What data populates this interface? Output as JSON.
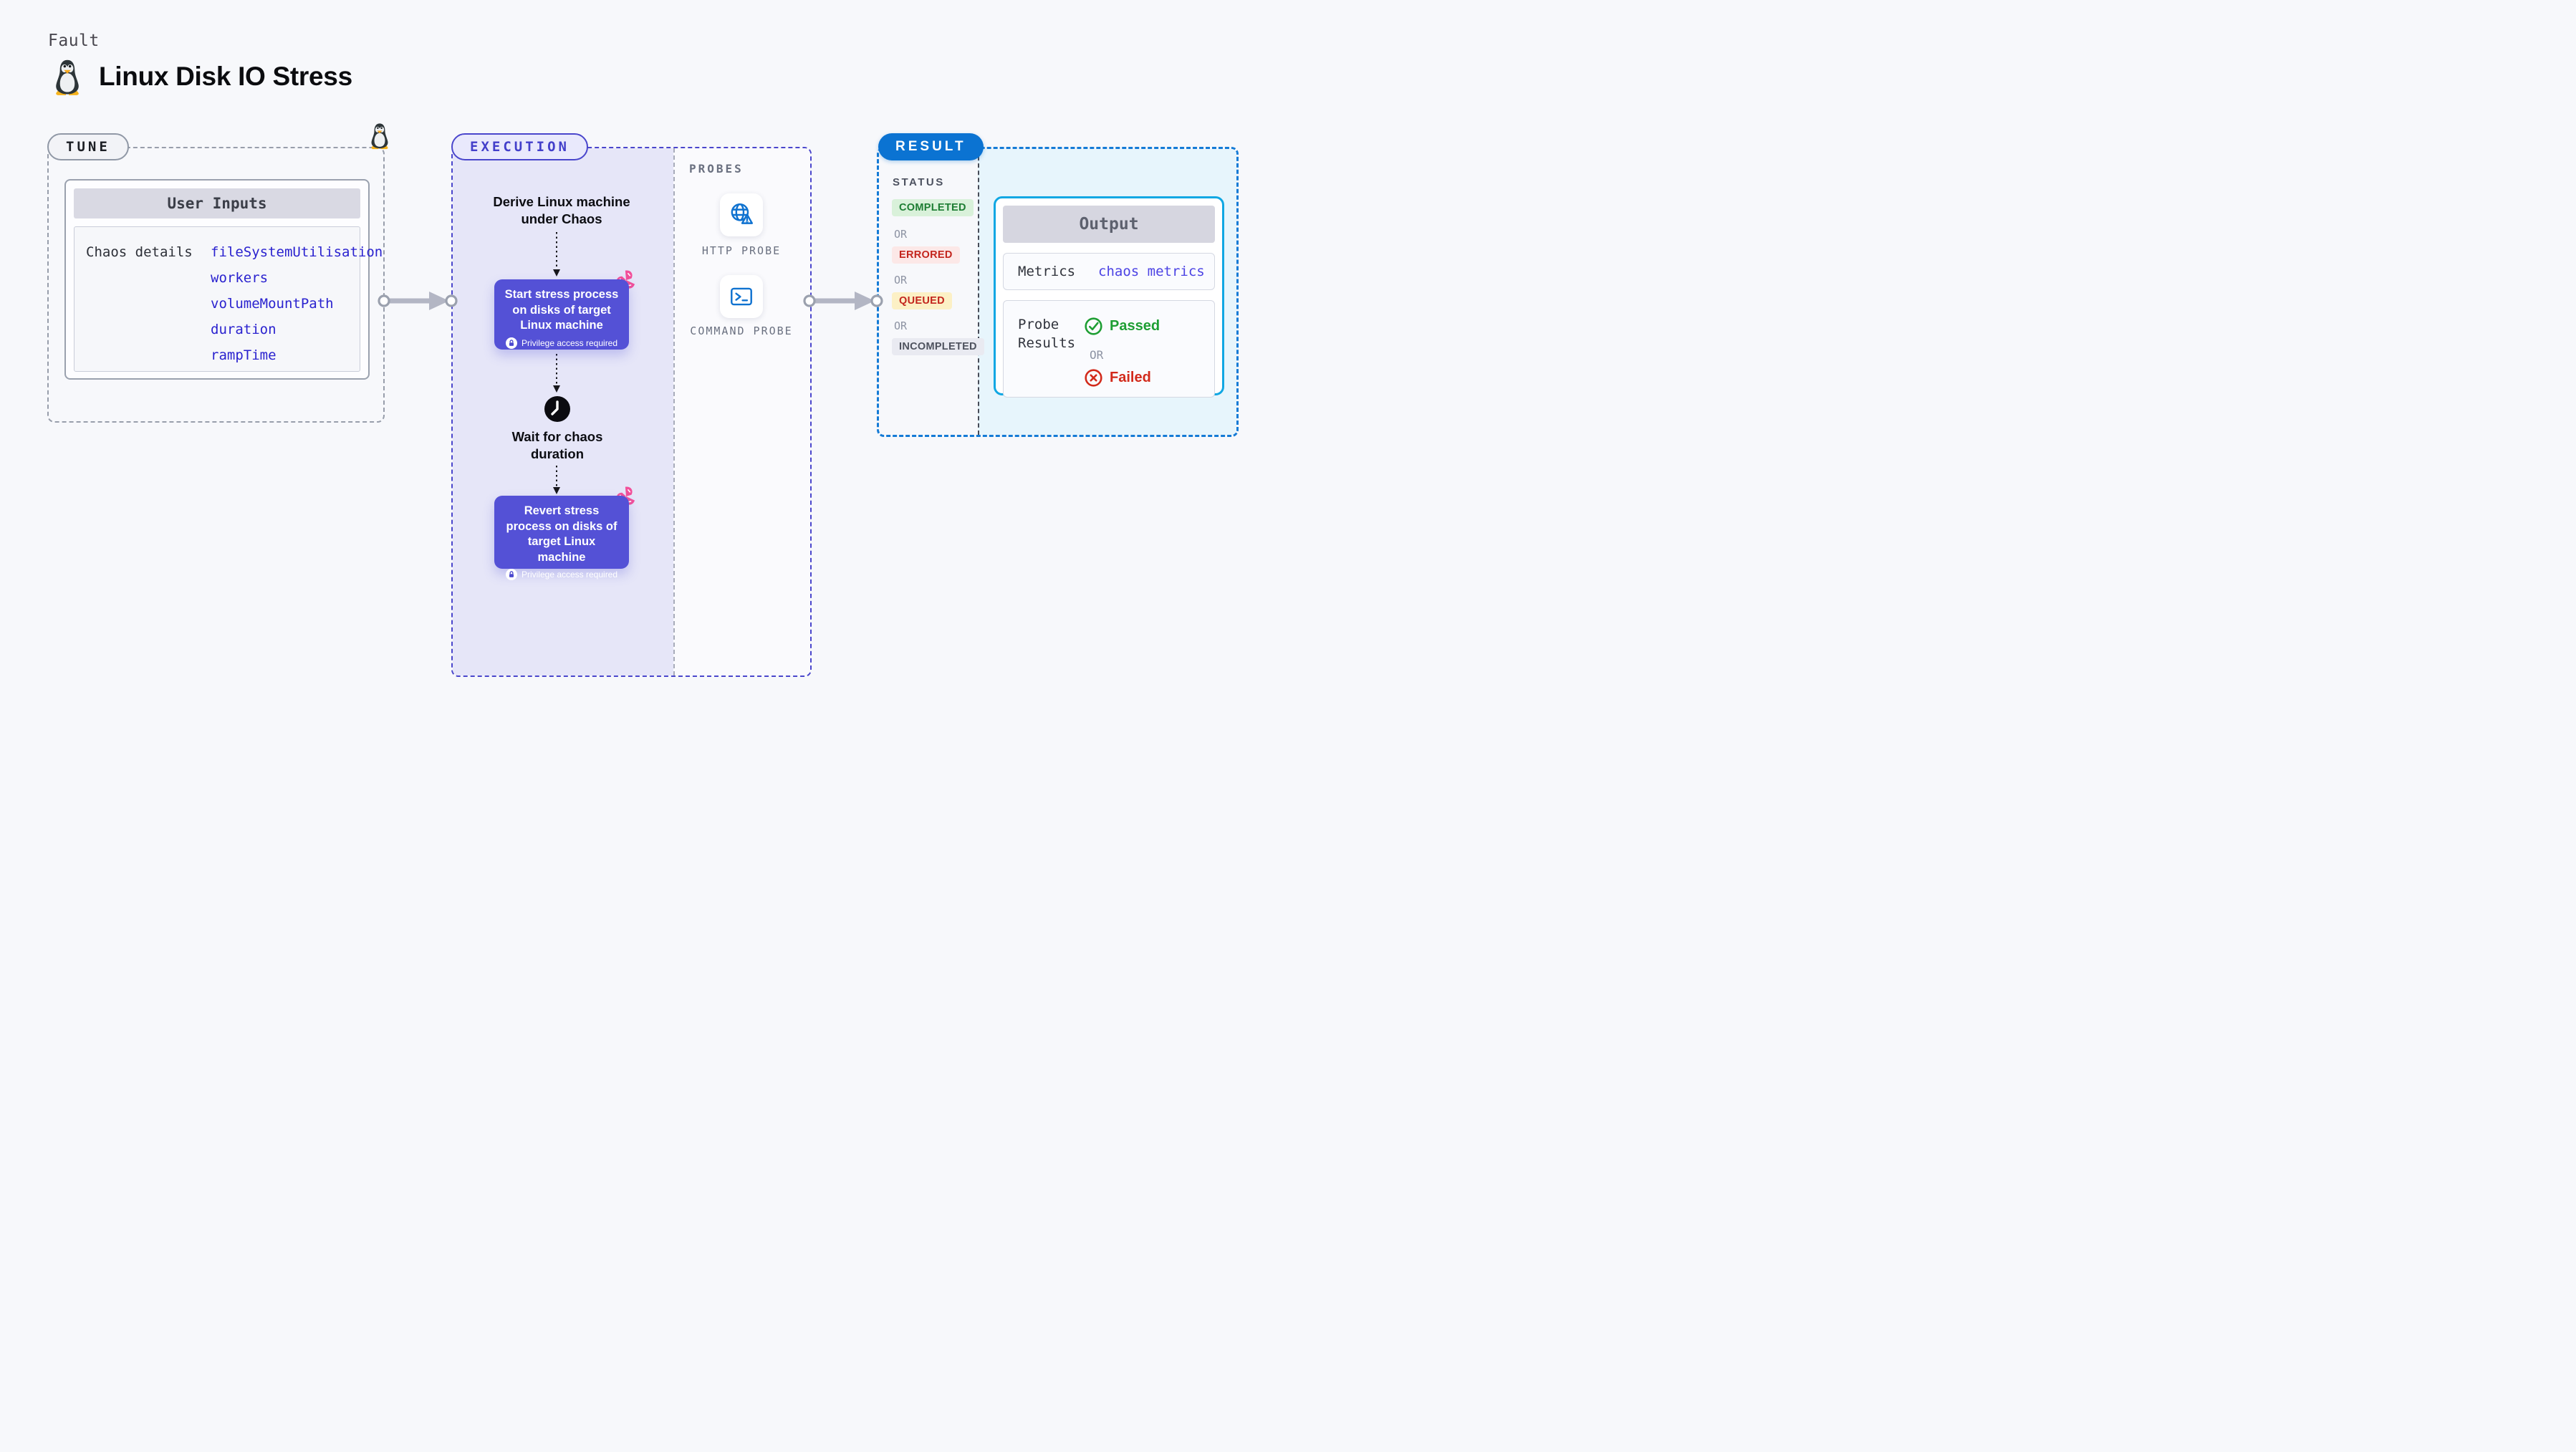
{
  "header": {
    "eyebrow": "Fault",
    "title": "Linux Disk IO Stress"
  },
  "tune": {
    "label": "TUNE",
    "user_inputs": {
      "header": "User Inputs",
      "row_label": "Chaos details",
      "values": [
        "fileSystemUtilisation",
        "workers",
        "volumeMountPath",
        "duration",
        "rampTime"
      ],
      "value_color": "#2a22cf"
    }
  },
  "execution": {
    "label": "EXECUTION",
    "accent_color": "#4a46cc",
    "panel_color": "#e6e6f8",
    "node_color": "#5451d6",
    "derive_text": "Derive Linux machine under Chaos",
    "start_node_text": "Start stress process on disks of target Linux machine",
    "wait_text": "Wait for chaos duration",
    "revert_node_text": "Revert stress process on disks of target Linux machine",
    "privilege_note": "Privilege access required"
  },
  "probes": {
    "label": "PROBES",
    "icon_color": "#0f72d0",
    "items": [
      {
        "name": "HTTP PROBE",
        "icon": "globe-alert-icon"
      },
      {
        "name": "COMMAND PROBE",
        "icon": "terminal-icon"
      }
    ]
  },
  "result": {
    "label": "RESULT",
    "accent_color": "#0b73d2",
    "panel_color": "#e7f5fc",
    "status": {
      "heading": "STATUS",
      "or_label": "OR",
      "badges": [
        {
          "label": "COMPLETED",
          "text_color": "#1d7d33",
          "bg_color": "#d9f1da",
          "css": "background:#d9f1da;color:#1d7d33"
        },
        {
          "label": "ERRORED",
          "text_color": "#c3251d",
          "bg_color": "#fce8e7",
          "css": "background:#fce8e7;color:#c3251d"
        },
        {
          "label": "QUEUED",
          "text_color": "#c3251d",
          "bg_color": "#fcf0c5",
          "css": "background:#fcf0c5;color:#c3251d"
        },
        {
          "label": "INCOMPLETED",
          "text_color": "#4e525e",
          "bg_color": "#e9eaf1",
          "css": "background:#e9eaf1;color:#4e525e"
        }
      ]
    },
    "output": {
      "header": "Output",
      "metrics_label": "Metrics",
      "metrics_value": "chaos metrics",
      "probe_results_label": "Probe Results",
      "or_label": "OR",
      "passed_label": "Passed",
      "failed_label": "Failed",
      "passed_color": "#1e9e33",
      "failed_color": "#d22a1b"
    }
  }
}
